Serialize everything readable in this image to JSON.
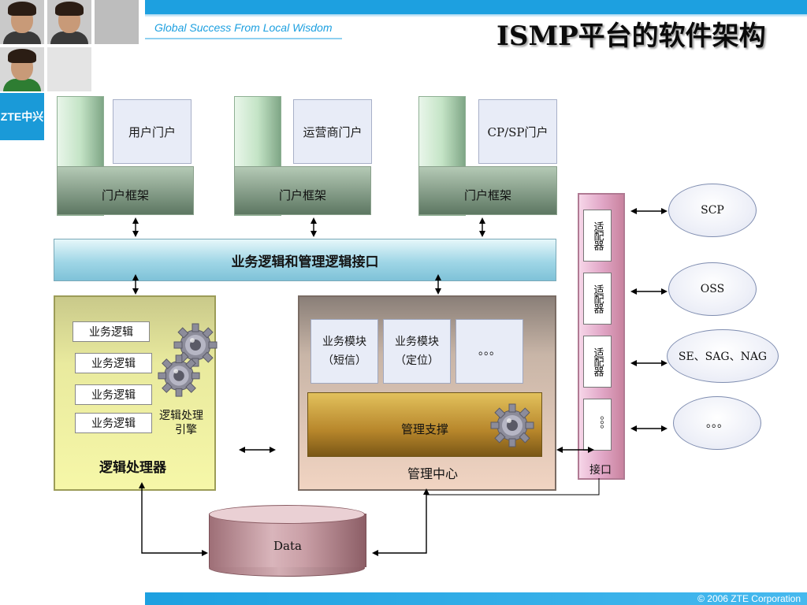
{
  "header": {
    "tagline": "Global Success From Local Wisdom",
    "title": "ISMP平台的软件架构",
    "logo_text": "ZTE中兴"
  },
  "portals": [
    {
      "name": "用户门户",
      "frame": "门户框架"
    },
    {
      "name": "运营商门户",
      "frame": "门户框架"
    },
    {
      "name": "CP/SP门户",
      "frame": "门户框架"
    }
  ],
  "interface_bar": "业务逻辑和管理逻辑接口",
  "logic_processor": {
    "items": [
      "业务逻辑",
      "业务逻辑",
      "业务逻辑",
      "业务逻辑"
    ],
    "engine_label_line1": "逻辑处理",
    "engine_label_line2": "引擎",
    "title": "逻辑处理器"
  },
  "management_center": {
    "modules": [
      {
        "line1": "业务模块",
        "line2": "（短信）"
      },
      {
        "line1": "业务模块",
        "line2": "（定位）"
      },
      {
        "line1": "。。。",
        "line2": ""
      }
    ],
    "support": "管理支撑",
    "title": "管理中心"
  },
  "adapters": {
    "items": [
      "适配器",
      "适配器",
      "适配器",
      "。。。"
    ],
    "title": "接口"
  },
  "external": [
    "SCP",
    "OSS",
    "SE、SAG、NAG",
    "。。。"
  ],
  "database": "Data",
  "footer": {
    "copyright": "© 2006 ZTE Corporation"
  },
  "colors": {
    "brand_blue": "#1da0e0",
    "portal_green": "#7fa686",
    "interface_cyan": "#9fd6e6",
    "logic_yellow": "#f6f7a8",
    "mgmt_tan": "#f1d4c2",
    "support_gold": "#b7862b",
    "adapter_pink": "#e2a8c8",
    "db_rose": "#d9b5bb"
  }
}
